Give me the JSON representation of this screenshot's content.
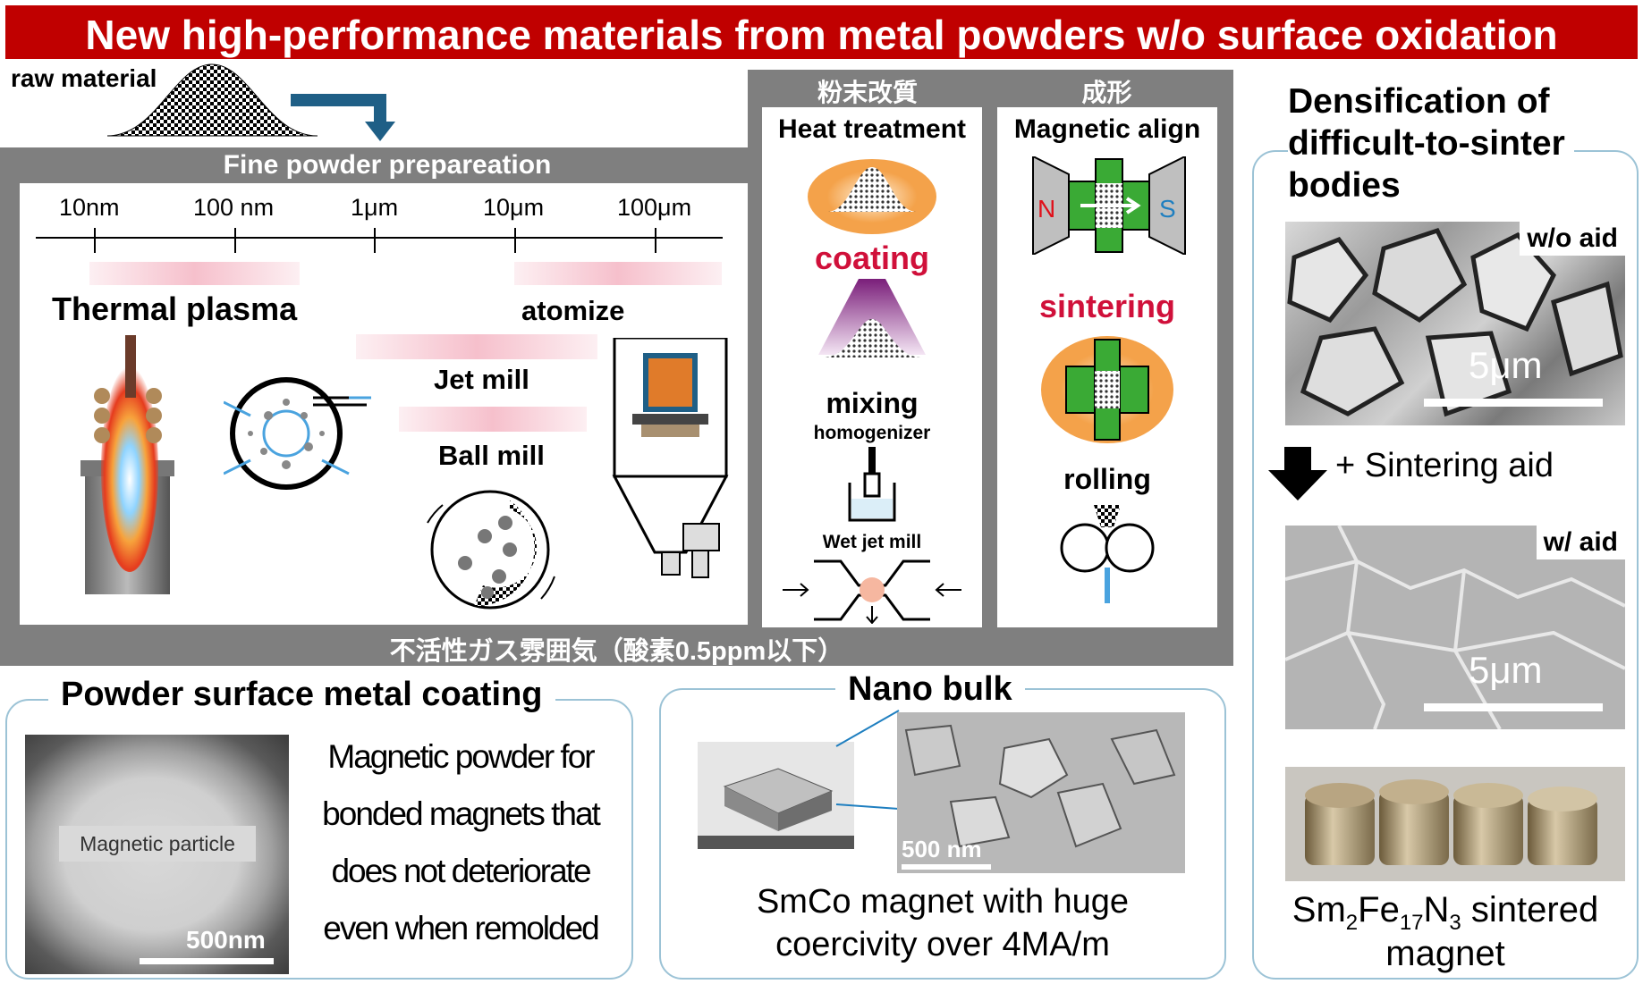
{
  "title": "New high-performance materials from metal powders w/o surface oxidation",
  "raw_material_label": "raw material",
  "fine_powder": {
    "header": "Fine powder prepareation",
    "scale_ticks": [
      "10nm",
      "100 nm",
      "1μm",
      "10μm",
      "100μm"
    ],
    "thermal_plasma": "Thermal plasma",
    "atomize": "atomize",
    "jet_mill": "Jet mill",
    "ball_mill": "Ball mill"
  },
  "powder_modification": {
    "header": "粉末改質",
    "heat_treatment": "Heat treatment",
    "coating": "coating",
    "mixing": "mixing",
    "homogenizer": "homogenizer",
    "wet_jet_mill": "Wet jet mill"
  },
  "forming": {
    "header": "成形",
    "magnetic_align": "Magnetic align",
    "pole_n": "N",
    "pole_s": "S",
    "sintering": "sintering",
    "rolling": "rolling"
  },
  "inert_atmosphere": "不活性ガス雰囲気（酸素0.5ppm以下）",
  "densification": {
    "title_lines": [
      "Densification of",
      "difficult-to-sinter",
      "bodies"
    ],
    "without_aid": "w/o aid",
    "with_aid": "w/ aid",
    "scale_label": "5μm",
    "sintering_aid": "+ Sintering aid",
    "product_caption_prefix": "Sm",
    "sub1": "2",
    "fe": "Fe",
    "sub2": "17",
    "n": "N",
    "sub3": "3",
    "caption_rest": " sintered",
    "caption_line2": "magnet"
  },
  "coating_panel": {
    "title": "Powder surface metal coating",
    "particle_label": "Magnetic particle",
    "scale_label": "500nm",
    "description_lines": [
      "Magnetic powder for",
      "bonded magnets that",
      "does not deteriorate",
      "even when remolded"
    ]
  },
  "nano_bulk": {
    "title": "Nano bulk",
    "scale_label": "500 nm",
    "caption_lines": [
      "SmCo magnet with huge",
      "coercivity over 4MA/m"
    ]
  },
  "colors": {
    "banner_red": "#c00000",
    "accent_red": "#d0103a",
    "frame_grey": "#7f7f7f",
    "magnet_green": "#3aaa35",
    "arrow_blue": "#1f5f86"
  }
}
